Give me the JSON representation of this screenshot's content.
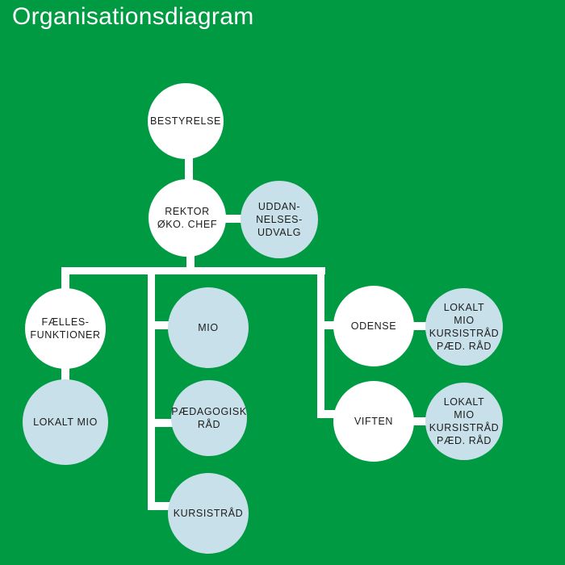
{
  "title": "Organisationsdiagram",
  "colors": {
    "background": "#009a42",
    "node_white": "#ffffff",
    "node_blue": "#c8e0e9",
    "connector": "#ffffff",
    "node_text": "#1d1d1b",
    "title_text": "#ffffff"
  },
  "nodes": {
    "bestyrelse": {
      "label": "BESTYRELSE"
    },
    "rektor": {
      "label": "REKTOR\nØKO. CHEF"
    },
    "uddannelsesudvalg": {
      "label": "UDDAN-\nNELSES-\nUDVALG"
    },
    "faellesfunktioner": {
      "label": "FÆLLES-\nFUNKTIONER"
    },
    "lokalt_mio": {
      "label": "LOKALT MIO"
    },
    "mio": {
      "label": "MIO"
    },
    "paedagogisk_raad": {
      "label": "PÆDAGOGISK\nRÅD"
    },
    "kursistraad": {
      "label": "KURSISTRÅD"
    },
    "odense": {
      "label": "ODENSE"
    },
    "odense_raad": {
      "label": "LOKALT\nMIO\nKURSISTRÅD\nPÆD. RÅD"
    },
    "viften": {
      "label": "VIFTEN"
    },
    "viften_raad": {
      "label": "LOKALT\nMIO\nKURSISTRÅD\nPÆD. RÅD"
    }
  }
}
